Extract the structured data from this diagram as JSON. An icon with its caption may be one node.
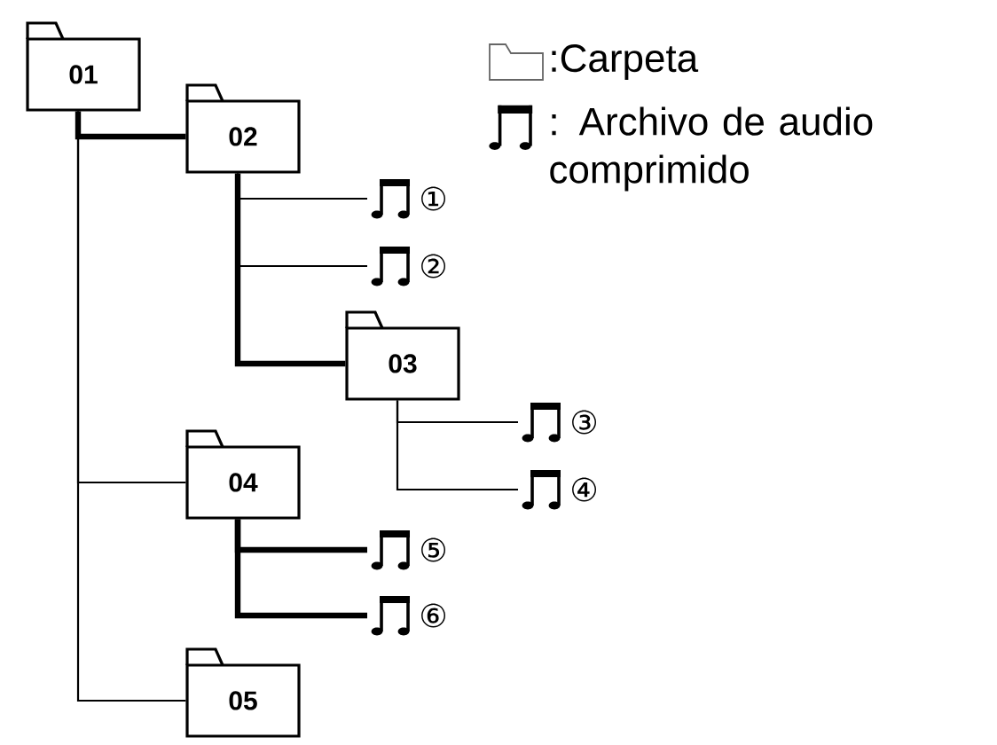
{
  "diagram": {
    "nodes": [
      {
        "text": [
          "01"
        ]
      },
      {
        "text": [
          "02"
        ]
      },
      {
        "text": [
          "①"
        ]
      },
      {
        "text": [
          "②"
        ]
      },
      {
        "text": [
          "03"
        ]
      },
      {
        "text": [
          "③"
        ]
      },
      {
        "text": [
          "④"
        ]
      },
      {
        "text": [
          "04"
        ]
      },
      {
        "text": [
          "⑤"
        ]
      },
      {
        "text": [
          "⑥"
        ]
      },
      {
        "text": [
          "05"
        ]
      }
    ],
    "edges": [
      {
        "from": 0,
        "to": 1,
        "arrow": "none",
        "style": "thick"
      },
      {
        "from": 1,
        "to": 2,
        "arrow": "none"
      },
      {
        "from": 1,
        "to": 3,
        "arrow": "none"
      },
      {
        "from": 1,
        "to": 4,
        "arrow": "none",
        "style": "thick"
      },
      {
        "from": 4,
        "to": 5,
        "arrow": "none"
      },
      {
        "from": 4,
        "to": 6,
        "arrow": "none"
      },
      {
        "from": 0,
        "to": 7,
        "arrow": "none"
      },
      {
        "from": 7,
        "to": 8,
        "arrow": "none",
        "style": "thick"
      },
      {
        "from": 7,
        "to": 9,
        "arrow": "none",
        "style": "thick"
      },
      {
        "from": 0,
        "to": 10,
        "arrow": "none"
      }
    ],
    "legend": [
      {
        "text": ":Carpeta"
      },
      {
        "text": ": Archivo de audio comprimido"
      }
    ]
  }
}
